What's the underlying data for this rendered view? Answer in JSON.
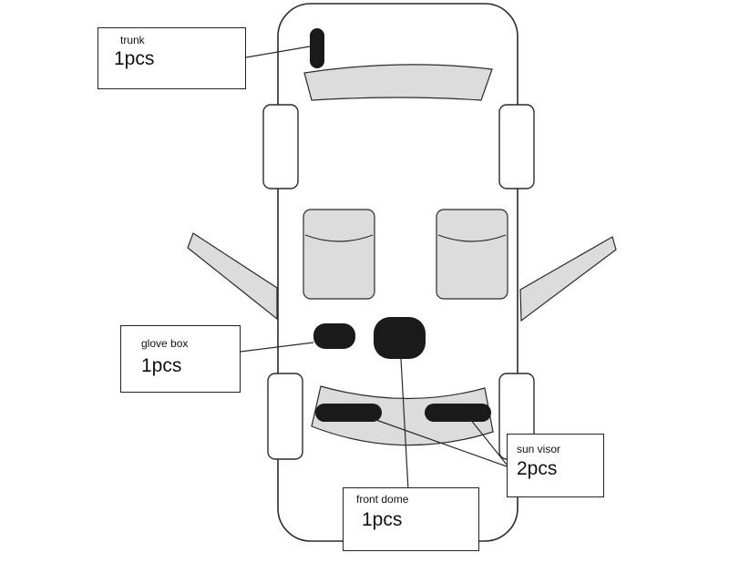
{
  "colors": {
    "outline": "#2a2a2a",
    "fill": "#dcdcdc",
    "light": "#ececec",
    "light_mark": "#1a1a1a"
  },
  "labels": {
    "trunk": {
      "name": "trunk",
      "qty": "1pcs"
    },
    "glove_box": {
      "name": "glove box",
      "qty": "1pcs"
    },
    "sun_visor": {
      "name": "sun visor",
      "qty": "2pcs"
    },
    "front_dome": {
      "name": "front dome",
      "qty": "1pcs"
    }
  },
  "icons": [
    "car-outline-icon",
    "light-icon"
  ]
}
